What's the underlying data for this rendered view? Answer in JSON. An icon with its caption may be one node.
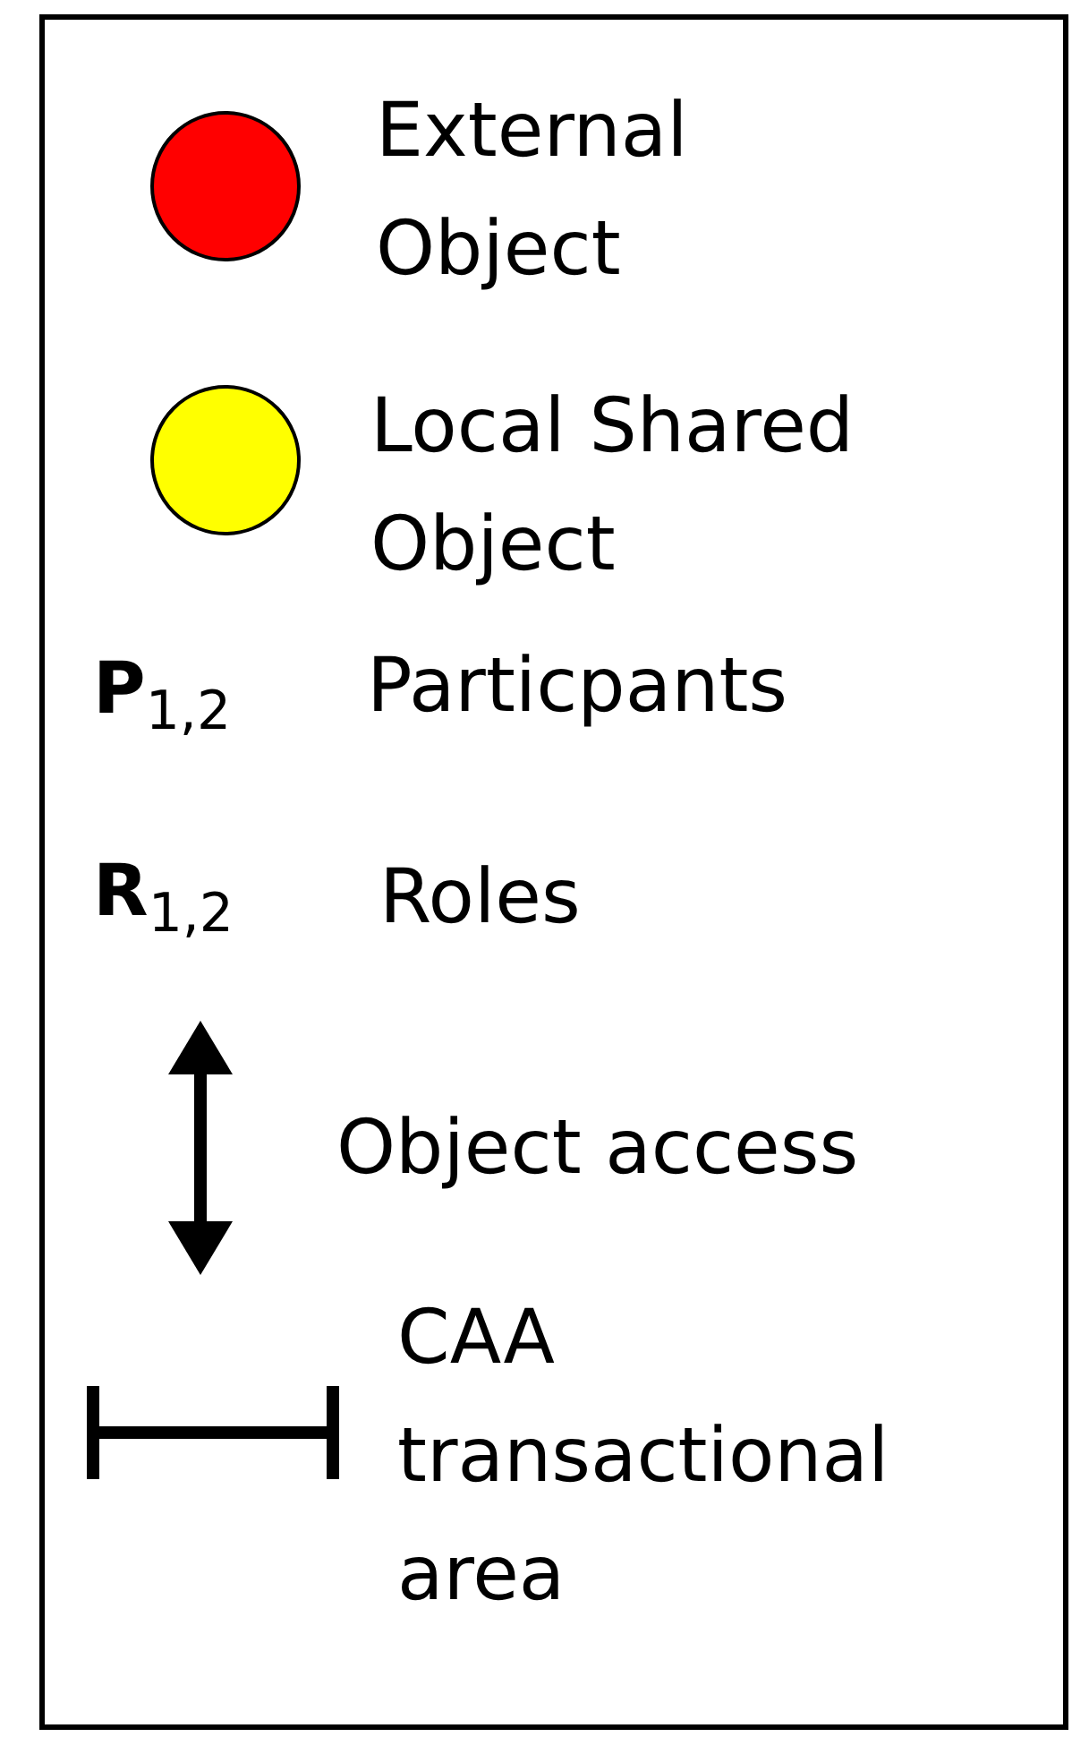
{
  "diagram": {
    "labels": [
      "**P**$_{1,2}$",
      "Particpants",
      "**R**$_{1,2}$",
      "Roles"
    ],
    "legend": [
      {
        "text": "External Object",
        "color": "#ff0000"
      },
      {
        "text": "Local Shared Object",
        "color": "#ffff00"
      },
      {
        "text": "Object access"
      },
      {
        "text": "CAA transactional area"
      }
    ]
  }
}
